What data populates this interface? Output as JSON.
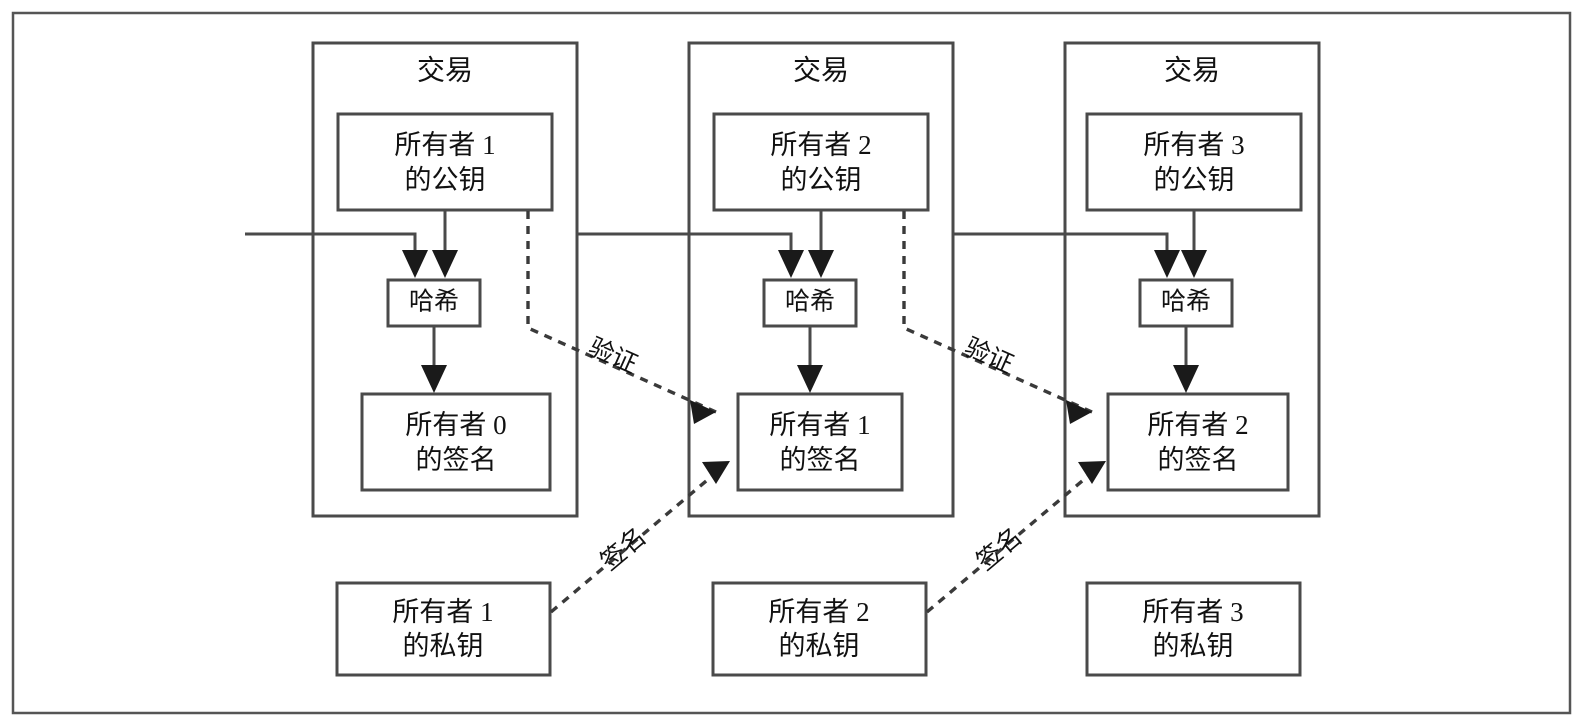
{
  "figure": {
    "title": "",
    "kind": "blockchain-transaction-chain-diagram",
    "language": "zh-CN"
  },
  "colors": {
    "frame_stroke": "#555555",
    "box_stroke": "#4a4a4a",
    "arrow_fill": "#1a1a1a",
    "dashed_stroke": "#3a3a3a",
    "background": "#ffffff",
    "text": "#111111"
  },
  "transactions": [
    {
      "id": "tx1",
      "title": "交易",
      "public_key_label": "所有者 1\n的公钥",
      "public_key_line1": "所有者 1",
      "public_key_line2": "的公钥",
      "hash_label": "哈希",
      "signature_line1": "所有者 0",
      "signature_line2": "的签名"
    },
    {
      "id": "tx2",
      "title": "交易",
      "public_key_label": "所有者 2\n的公钥",
      "public_key_line1": "所有者 2",
      "public_key_line2": "的公钥",
      "hash_label": "哈希",
      "signature_line1": "所有者 1",
      "signature_line2": "的签名"
    },
    {
      "id": "tx3",
      "title": "交易",
      "public_key_label": "所有者 3\n的公钥",
      "public_key_line1": "所有者 3",
      "public_key_line2": "的公钥",
      "hash_label": "哈希",
      "signature_line1": "所有者 2",
      "signature_line2": "的签名"
    }
  ],
  "private_keys": [
    {
      "id": "pk1",
      "line1": "所有者 1",
      "line2": "的私钥"
    },
    {
      "id": "pk2",
      "line1": "所有者 2",
      "line2": "的私钥"
    },
    {
      "id": "pk3",
      "line1": "所有者 3",
      "line2": "的私钥"
    }
  ],
  "edge_labels": {
    "verify": "验证",
    "sign": "签名",
    "verify_1": "验证",
    "verify_2": "验证",
    "sign_1": "签名",
    "sign_2": "签名"
  }
}
